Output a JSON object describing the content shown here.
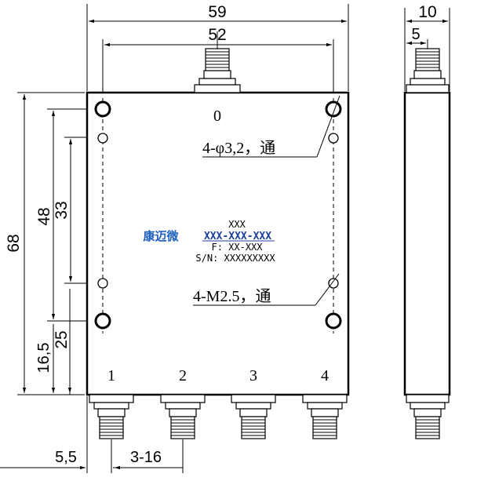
{
  "dimensions": {
    "overall_width": "59",
    "hole_spacing_width": "52",
    "side_width": "10",
    "side_connector_offset": "5",
    "overall_height": "68",
    "hole_spacing_height": "48",
    "inner_hole_spacing_height": "33",
    "port_row_offset": "25",
    "bottom_offset": "16,5",
    "left_port_offset": "5,5",
    "port_pitch": "3-16"
  },
  "ports": {
    "input": "0",
    "out1": "1",
    "out2": "2",
    "out3": "3",
    "out4": "4"
  },
  "notes": {
    "through_holes": "4-φ3,2，通",
    "threaded_holes": "4-M2.5，通"
  },
  "label": {
    "brand": "康迈微",
    "top_line": "XXX",
    "model": "XXX-XXX-XXX",
    "frequency": "F: XX-XXX",
    "serial": "S/N: XXXXXXXXX"
  },
  "colors": {
    "line": "#000000",
    "brand": "#1f5fbf",
    "model": "#1f3f9f"
  }
}
